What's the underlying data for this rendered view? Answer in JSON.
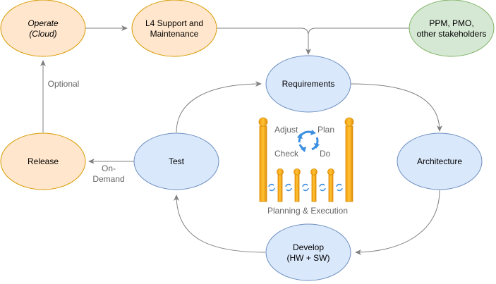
{
  "nodes": {
    "operate": {
      "line1": "Operate",
      "line2": "(Cloud)"
    },
    "l4": {
      "line1": "L4 Support and",
      "line2": "Maintenance"
    },
    "stakeholders": {
      "line1": "PPM, PMO,",
      "line2": "other stakeholders"
    },
    "requirements": {
      "label": "Requirements"
    },
    "architecture": {
      "label": "Architecture"
    },
    "develop": {
      "line1": "Develop",
      "line2": "(HW + SW)"
    },
    "test": {
      "label": "Test"
    },
    "release": {
      "label": "Release"
    }
  },
  "edge_labels": {
    "optional": "Optional",
    "on_demand_1": "On-",
    "on_demand_2": "Demand"
  },
  "pdca": {
    "adjust": "Adjust",
    "plan": "Plan",
    "check": "Check",
    "do": "Do"
  },
  "caption": "Planning & Execution",
  "colors": {
    "orange_fill": "#ffe6cc",
    "orange_stroke": "#d79b00",
    "blue_fill": "#dae8fc",
    "blue_stroke": "#6c8ebf",
    "green_fill": "#d5e8d4",
    "green_stroke": "#82b366",
    "edge": "#808080",
    "pillar": "#f5a81c",
    "pillar_stroke": "#d98a00",
    "cycle": "#3d8fe0"
  }
}
